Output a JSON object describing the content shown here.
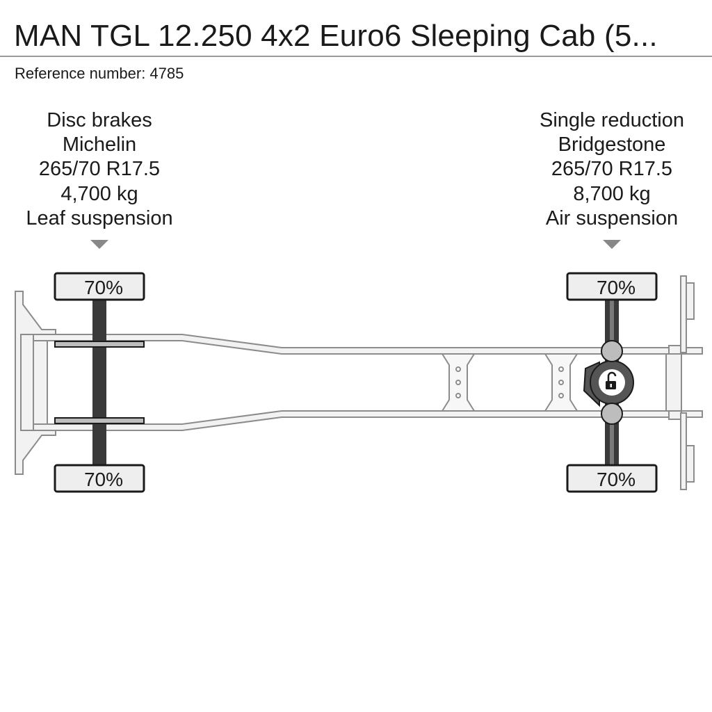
{
  "header": {
    "title": "MAN TGL 12.250 4x2 Euro6 Sleeping Cab (5...",
    "reference": "Reference number: 4785"
  },
  "axles": {
    "front": {
      "brakes": "Disc brakes",
      "tire_brand": "Michelin",
      "tire_size": "265/70 R17.5",
      "load": "4,700 kg",
      "suspension": "Leaf suspension",
      "tread_top": "70%",
      "tread_bottom": "70%"
    },
    "rear": {
      "reduction": "Single reduction",
      "tire_brand": "Bridgestone",
      "tire_size": "265/70 R17.5",
      "load": "8,700 kg",
      "suspension": "Air suspension",
      "tread_top": "70%",
      "tread_bottom": "70%"
    }
  },
  "icons": {
    "fifth_wheel": "padlock-open-icon",
    "pointer": "triangle-down-icon"
  },
  "colors": {
    "frame_fill": "#f2f2f2",
    "frame_stroke": "#8c8c8c",
    "axle": "#3a3a3a",
    "tire_fill": "#eeeeee",
    "pointer": "#888888"
  }
}
